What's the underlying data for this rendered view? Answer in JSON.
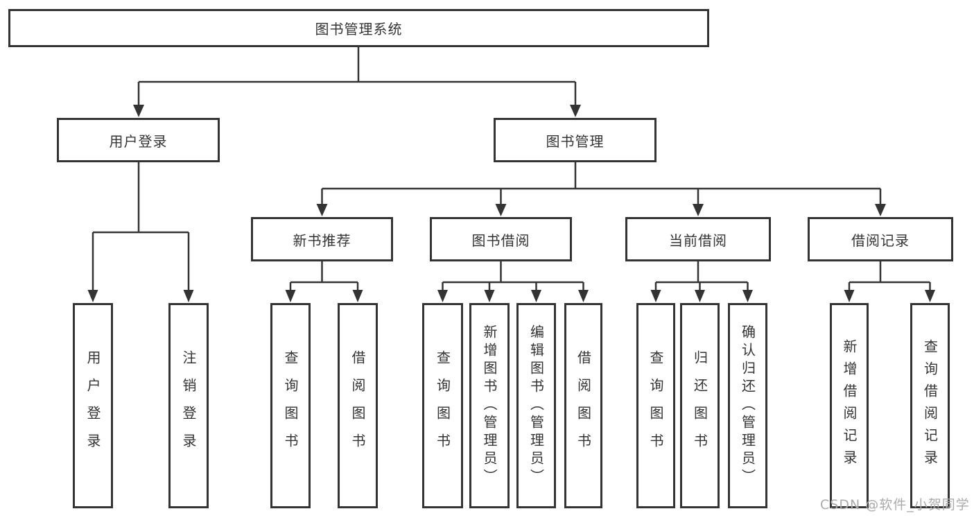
{
  "tree": {
    "root": {
      "label": "图书管理系统",
      "children": [
        {
          "label": "用户登录",
          "children": [
            {
              "label": "用户登录"
            },
            {
              "label": "注销登录"
            }
          ]
        },
        {
          "label": "图书管理",
          "children": [
            {
              "label": "新书推荐",
              "children": [
                {
                  "label": "查询图书"
                },
                {
                  "label": "借阅图书"
                }
              ]
            },
            {
              "label": "图书借阅",
              "children": [
                {
                  "label": "查询图书"
                },
                {
                  "label": "新增图书（管理员）"
                },
                {
                  "label": "编辑图书（管理员）"
                },
                {
                  "label": "借阅图书"
                }
              ]
            },
            {
              "label": "当前借阅",
              "children": [
                {
                  "label": "查询图书"
                },
                {
                  "label": "归还图书"
                },
                {
                  "label": "确认归还（管理员）"
                }
              ]
            },
            {
              "label": "借阅记录",
              "children": [
                {
                  "label": "新增借阅记录"
                },
                {
                  "label": "查询借阅记录"
                }
              ]
            }
          ]
        }
      ]
    }
  },
  "watermark": {
    "text": "CSDN @软件_小贺同学",
    "color": "#aaaaaa"
  },
  "colors": {
    "line": "#333333",
    "box_border": "#333333",
    "box_fill": "#ffffff",
    "text": "#333333",
    "background": "#ffffff"
  }
}
